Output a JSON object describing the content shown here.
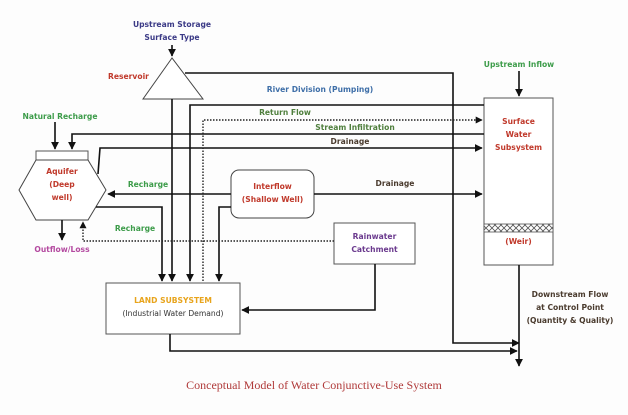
{
  "caption": "Conceptual Model of Water Conjunctive-Use System",
  "nodes": {
    "upstream_storage": [
      "Upstream Storage",
      "Surface Type"
    ],
    "reservoir": "Reservoir",
    "upstream_inflow": "Upstream Inflow",
    "natural_recharge": "Natural Recharge",
    "aquifer": [
      "Aquifer",
      "(Deep",
      "well)"
    ],
    "outflow_loss": "Outflow/Loss",
    "interflow": [
      "Interflow",
      "(Shallow Well)"
    ],
    "rainwater": [
      "Rainwater",
      "Catchment"
    ],
    "land": [
      "LAND SUBSYSTEM",
      "(Industrial Water Demand)"
    ],
    "surface_water": [
      "Surface",
      "Water",
      "Subsystem"
    ],
    "weir": "(Weir)",
    "downstream": [
      "Downstream Flow",
      "at Control Point",
      "(Quantity & Quality)"
    ]
  },
  "flows": {
    "river_division": "River Division (Pumping)",
    "return_flow": "Return Flow",
    "stream_infiltration": "Stream Infiltration",
    "drainage_top": "Drainage",
    "drainage_mid": "Drainage",
    "recharge_upper": "Recharge",
    "recharge_lower": "Recharge"
  }
}
